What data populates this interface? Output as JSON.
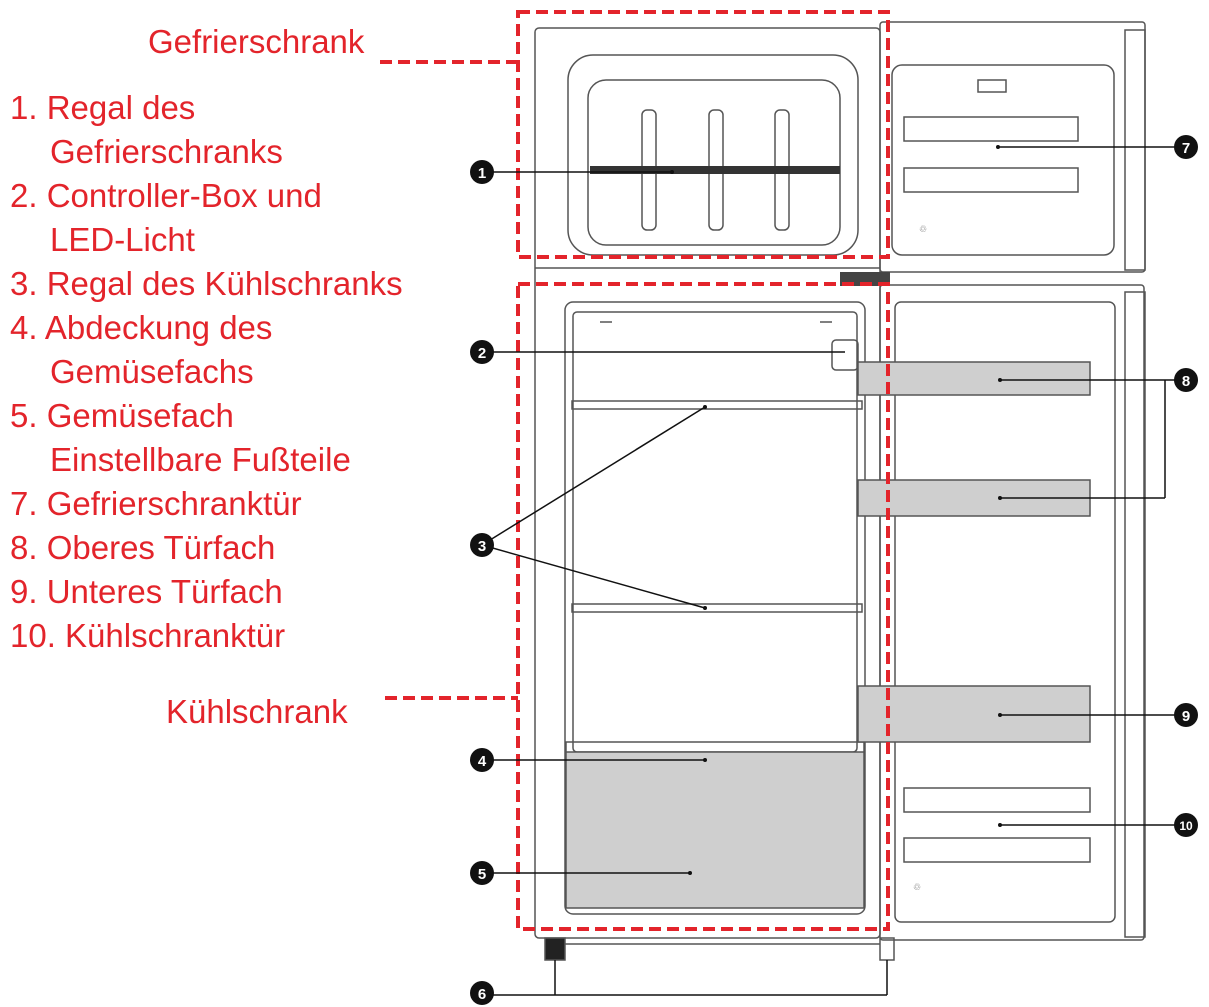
{
  "headings": {
    "freezer": "Gefrierschrank",
    "fridge": "Kühlschrank"
  },
  "legend": [
    {
      "num": "1.",
      "line1": "Regal des",
      "line2": "Gefrierschranks"
    },
    {
      "num": "2.",
      "line1": "Controller-Box und",
      "line2": "LED-Licht"
    },
    {
      "num": "3.",
      "line1": "Regal des Kühlschranks",
      "line2": ""
    },
    {
      "num": "4.",
      "line1": "Abdeckung des",
      "line2": "Gemüsefachs"
    },
    {
      "num": "5.",
      "line1": "Gemüsefach",
      "line2": "Einstellbare Fußteile"
    },
    {
      "num": "7.",
      "line1": "Gefrierschranktür",
      "line2": ""
    },
    {
      "num": "8.",
      "line1": "Oberes Türfach",
      "line2": ""
    },
    {
      "num": "9.",
      "line1": "Unteres Türfach",
      "line2": ""
    },
    {
      "num": "10.",
      "line1": "Kühlschranktür",
      "line2": ""
    }
  ],
  "callouts": [
    "1",
    "2",
    "3",
    "4",
    "5",
    "6",
    "7",
    "8",
    "9",
    "10"
  ],
  "colors": {
    "label_red": "#e3242b",
    "callout_black": "#111111",
    "outline_gray": "#555555",
    "drawer_fill": "#cfcfcf"
  }
}
